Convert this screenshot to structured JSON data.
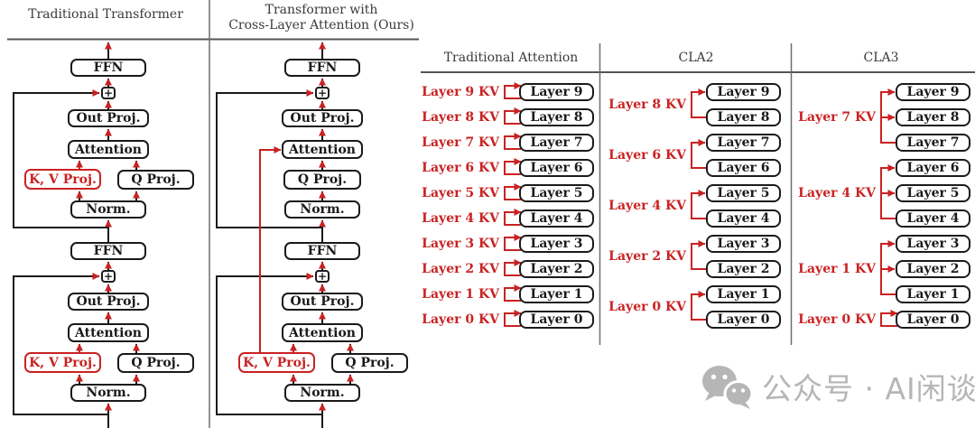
{
  "figure": {
    "left_diagram": {
      "title": "Traditional Transformer",
      "boxes": {
        "ffn": "FFN",
        "plus": "+",
        "out_proj": "Out Proj.",
        "attention": "Attention",
        "kv_proj": "K, V Proj.",
        "q_proj": "Q Proj.",
        "norm": "Norm."
      }
    },
    "middle_diagram": {
      "title_line1": "Transformer with",
      "title_line2": "Cross-Layer Attention (Ours)",
      "boxes": {
        "ffn": "FFN",
        "plus": "+",
        "out_proj": "Out Proj.",
        "attention": "Attention",
        "kv_proj": "K, V Proj.",
        "q_proj": "Q Proj.",
        "norm": "Norm."
      }
    },
    "kv_table": {
      "columns": [
        {
          "title": "Traditional Attention",
          "groups": [
            {
              "kv_label": "Layer 9 KV",
              "layers": [
                "Layer 9"
              ]
            },
            {
              "kv_label": "Layer 8 KV",
              "layers": [
                "Layer 8"
              ]
            },
            {
              "kv_label": "Layer 7 KV",
              "layers": [
                "Layer 7"
              ]
            },
            {
              "kv_label": "Layer 6 KV",
              "layers": [
                "Layer 6"
              ]
            },
            {
              "kv_label": "Layer 5 KV",
              "layers": [
                "Layer 5"
              ]
            },
            {
              "kv_label": "Layer 4 KV",
              "layers": [
                "Layer 4"
              ]
            },
            {
              "kv_label": "Layer 3 KV",
              "layers": [
                "Layer 3"
              ]
            },
            {
              "kv_label": "Layer 2 KV",
              "layers": [
                "Layer 2"
              ]
            },
            {
              "kv_label": "Layer 1 KV",
              "layers": [
                "Layer 1"
              ]
            },
            {
              "kv_label": "Layer 0 KV",
              "layers": [
                "Layer 0"
              ]
            }
          ]
        },
        {
          "title": "CLA2",
          "groups": [
            {
              "kv_label": "Layer 8 KV",
              "layers": [
                "Layer 9",
                "Layer 8"
              ]
            },
            {
              "kv_label": "Layer 6 KV",
              "layers": [
                "Layer 7",
                "Layer 6"
              ]
            },
            {
              "kv_label": "Layer 4 KV",
              "layers": [
                "Layer 5",
                "Layer 4"
              ]
            },
            {
              "kv_label": "Layer 2 KV",
              "layers": [
                "Layer 3",
                "Layer 2"
              ]
            },
            {
              "kv_label": "Layer 0 KV",
              "layers": [
                "Layer 1",
                "Layer 0"
              ]
            }
          ]
        },
        {
          "title": "CLA3",
          "groups": [
            {
              "kv_label": "Layer 7 KV",
              "layers": [
                "Layer 9",
                "Layer 8",
                "Layer 7"
              ]
            },
            {
              "kv_label": "Layer 4 KV",
              "layers": [
                "Layer 6",
                "Layer 5",
                "Layer 4"
              ]
            },
            {
              "kv_label": "Layer 1 KV",
              "layers": [
                "Layer 3",
                "Layer 2",
                "Layer 1"
              ]
            },
            {
              "kv_label": "Layer 0 KV",
              "layers": [
                "Layer 0"
              ]
            }
          ]
        }
      ]
    },
    "watermark": {
      "icon": "wechat-icon",
      "text": "公众号 · AI闲谈"
    },
    "colors": {
      "accent_red": "#c92222",
      "box_black": "#1a1a1a",
      "divider_gray": "#555555",
      "watermark_gray": "#b6b6b6"
    }
  }
}
